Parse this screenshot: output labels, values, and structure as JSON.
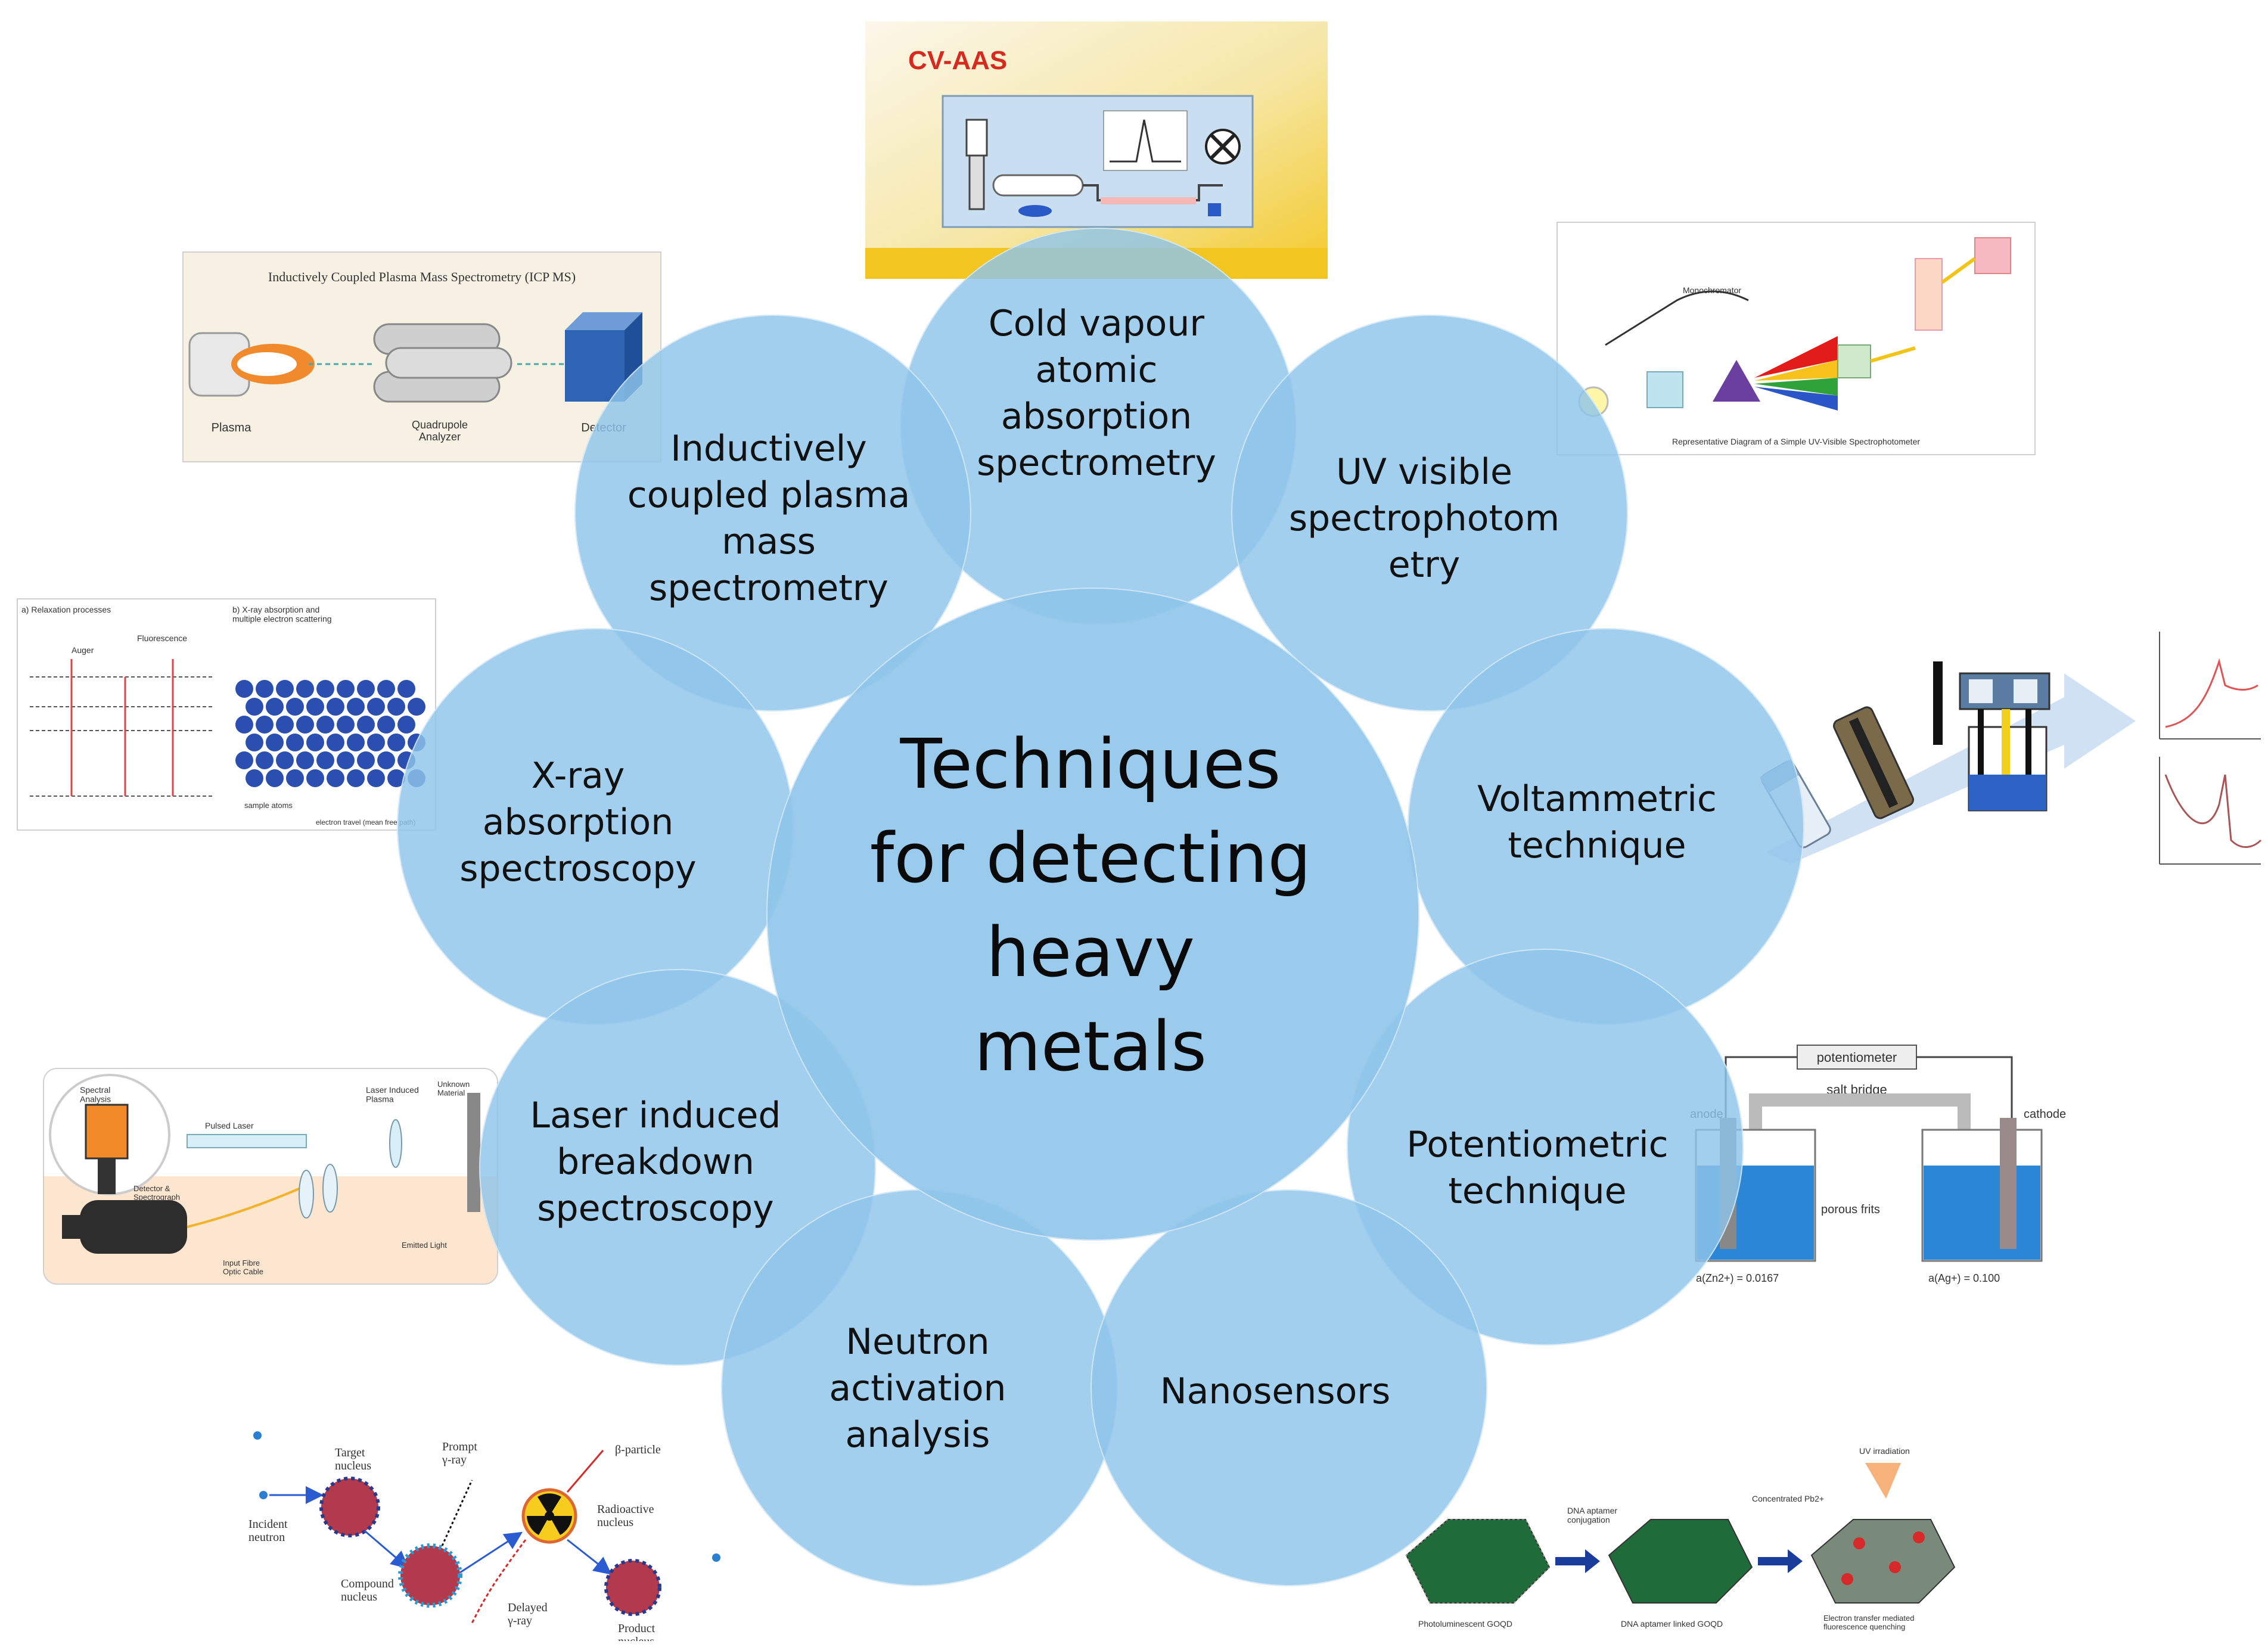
{
  "center": {
    "title": "Techniques\nfor detecting\nheavy\nmetals"
  },
  "techniques": [
    {
      "id": "cv-aas",
      "label": "Cold vapour\natomic\nabsorption\nspectrometry"
    },
    {
      "id": "uv-vis",
      "label": "UV visible\nspectrophotom\netry"
    },
    {
      "id": "voltammetric",
      "label": "Voltammetric\ntechnique"
    },
    {
      "id": "potentiometric",
      "label": "Potentiometric\ntechnique"
    },
    {
      "id": "nanosensors",
      "label": "Nanosensors"
    },
    {
      "id": "naa",
      "label": "Neutron\nactivation\nanalysis"
    },
    {
      "id": "libs",
      "label": "Laser induced\nbreakdown\nspectroscopy"
    },
    {
      "id": "xas",
      "label": "X-ray\nabsorption\nspectroscopy"
    },
    {
      "id": "icp-ms",
      "label": "Inductively\ncoupled plasma\nmass\nspectrometry"
    }
  ],
  "thumbnails": {
    "cvaas": {
      "heading": "CV-AAS"
    },
    "icpms": {
      "title": "Inductively Coupled Plasma Mass Spectrometry (ICP MS)",
      "plasma": "Plasma",
      "quad": "Quadrupole\nAnalyzer",
      "detector": "Detector"
    },
    "potentiometer": {
      "meter": "potentiometer",
      "bridge": "salt bridge",
      "anode": "anode",
      "cathode": "cathode",
      "frits": "porous frits",
      "left_value": "a(Zn2+) = 0.0167",
      "right_value": "a(Ag+) = 0.100"
    },
    "naa": {
      "target": "Target\nnucleus",
      "incident": "Incident\nneutron",
      "compound": "Compound\nnucleus",
      "prompt": "Prompt\nγ-ray",
      "beta": "β-particle",
      "radioactive": "Radioactive\nnucleus",
      "delayed": "Delayed\nγ-ray",
      "product": "Product\nnucleus"
    },
    "nano": {
      "step1": "DNA aptamer\nconjugation",
      "step2": "Concentrated Pb2+",
      "uv": "UV irradiation",
      "stage1": "Photoluminescent GOQD",
      "stage2": "DNA aptamer linked GOQD",
      "stage3": "Electron transfer mediated\nfluorescence quenching"
    },
    "libs": {
      "spectral": "Spectral\nAnalysis",
      "laser": "Pulsed Laser",
      "plasma": "Laser Induced\nPlasma",
      "material": "Unknown\nMaterial",
      "detector": "Detector &\nSpectrograph",
      "fiber": "Input Fibre\nOptic Cable",
      "emitted": "Emitted Light"
    },
    "xas": {
      "a": "a) Relaxation processes",
      "b": "b) X-ray absorption and\nmultiple electron scattering",
      "auger": "Auger",
      "fluor": "Fluorescence",
      "sample": "sample atoms",
      "eventual": "electron travel (mean free path)"
    },
    "uvvis": {
      "caption": "Representative Diagram of a Simple UV-Visible Spectrophotometer",
      "mono": "Monochromator"
    }
  },
  "colors": {
    "circle": "#8fc4ea",
    "text": "#111111"
  }
}
